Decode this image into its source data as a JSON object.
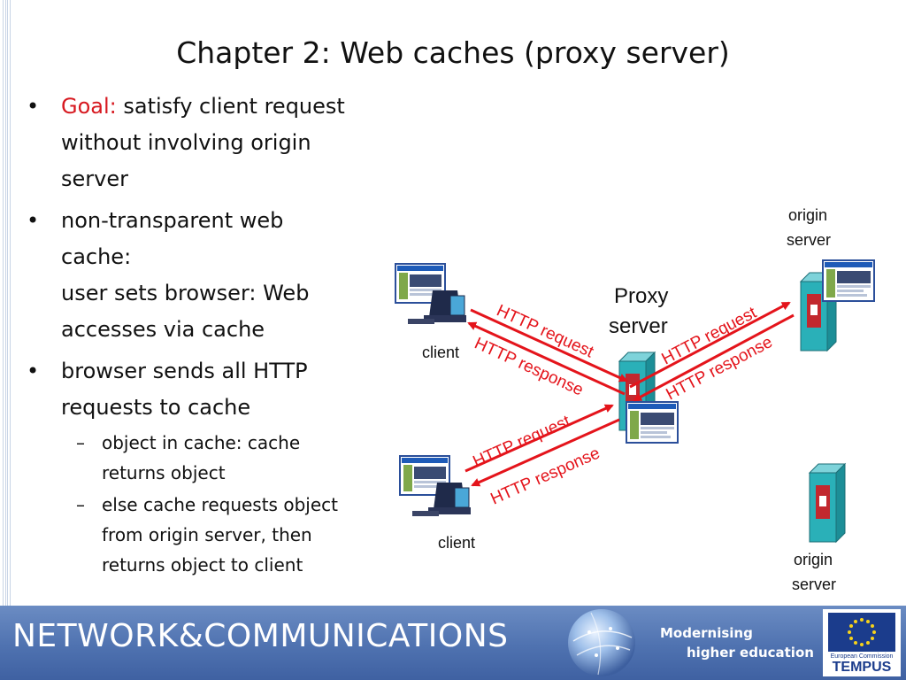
{
  "slide": {
    "title": "Chapter 2: Web caches (proxy server)",
    "bullets": [
      {
        "lead": "Goal:",
        "lines": [
          "satisfy client request",
          "without involving origin",
          "server"
        ]
      },
      {
        "lines": [
          "non-transparent web",
          "cache:",
          "user sets browser: Web",
          "accesses via cache"
        ]
      },
      {
        "lines": [
          "browser sends all HTTP",
          "requests to cache"
        ]
      }
    ],
    "subbullets": [
      {
        "lines": [
          "object in cache: cache",
          "returns object"
        ]
      },
      {
        "lines": [
          "else cache requests object",
          "from origin server, then",
          "returns object to client"
        ]
      }
    ]
  },
  "diagram": {
    "client_label": "client",
    "proxy_label_1": "Proxy",
    "proxy_label_2": "server",
    "origin_label_1": "origin",
    "origin_label_2": "server",
    "http_request": "HTTP request",
    "http_response": "HTTP response",
    "colors": {
      "arrow": "#e4141b",
      "server": "#2ab0b8",
      "text_red": "#e4141b"
    }
  },
  "footer": {
    "title": "NETWORK&COMMUNICATIONS",
    "tagline_1": "Modernising",
    "tagline_2": "higher education",
    "ec": "European Commission",
    "tempus": "TEMPUS",
    "colors": {
      "band": "#4f72b0"
    }
  }
}
